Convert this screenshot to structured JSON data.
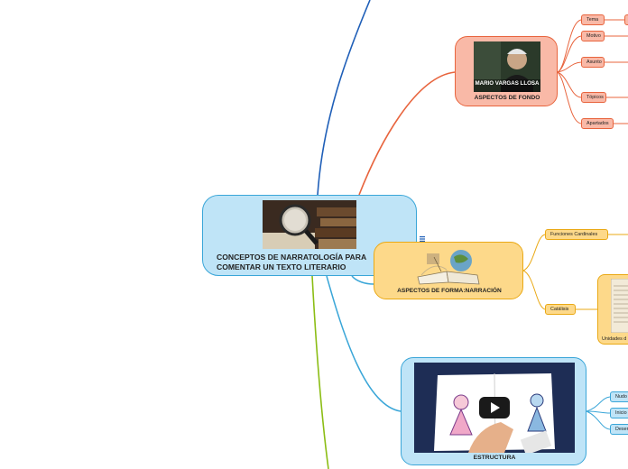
{
  "central": {
    "title": "CONCEPTOS DE NARRATOLOGÍA PARA COMENTAR UN TEXTO LITERARIO",
    "image": "magnifying-glass-books-icon"
  },
  "fondo": {
    "title": "ASPECTOS DE FONDO",
    "image_caption": "MARIO VARGAS LLOSA",
    "children": [
      "Tema",
      "Motivo",
      "Asunto",
      "Tópicos",
      "Apartados"
    ]
  },
  "forma": {
    "title": "ASPECTOS DE FORMA:NARRACIÓN",
    "image": "open-book-icon",
    "children": [
      "Funciones Cardinales",
      "Catálisis"
    ],
    "catalisis_child": "Unidades d"
  },
  "estructura": {
    "title": "ESTRUCTURA",
    "image": "video-play-icon",
    "children": [
      "Nudo",
      "Inicio",
      "Desen"
    ]
  },
  "colors": {
    "fondo_branch": "#e8643d",
    "forma_branch": "#eaa915",
    "estructura_branch": "#3aa6d8",
    "top_branch": "#1f5fb8",
    "bottom_branch": "#8bbd14"
  }
}
